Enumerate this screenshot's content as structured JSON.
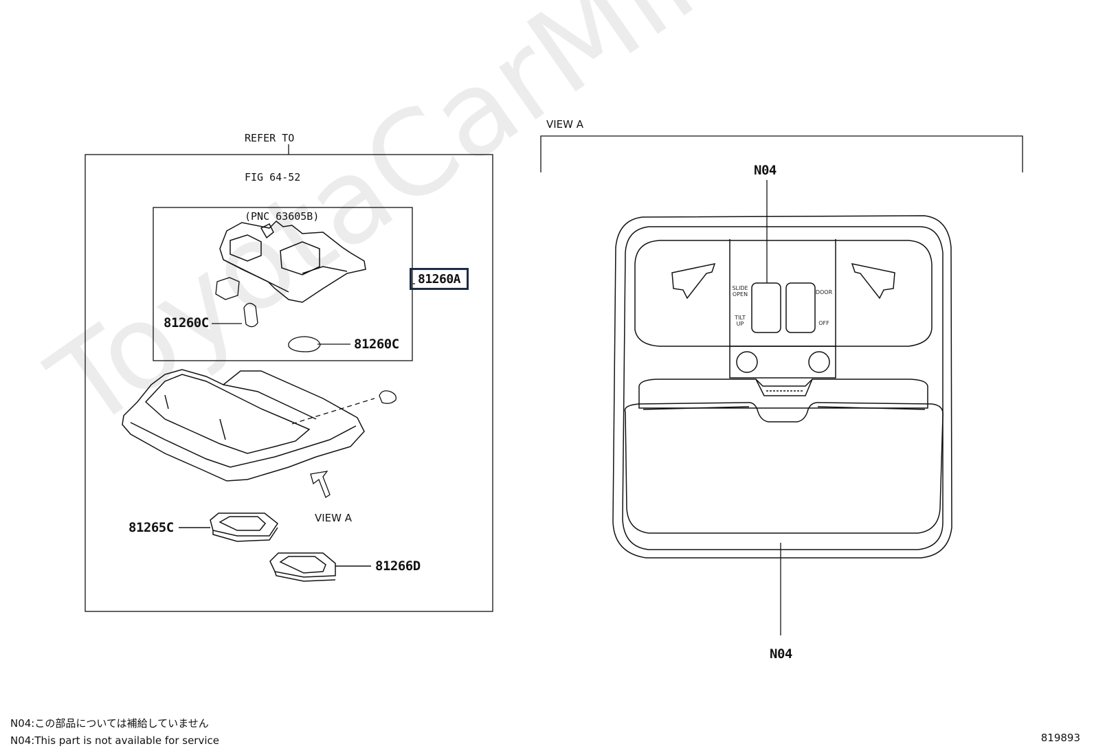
{
  "watermark": "ToyotaCarMine.ru",
  "refer_note": {
    "line1": "REFER TO",
    "line2": "FIG 64-52",
    "line3": "(PNC 63605B)"
  },
  "view_label_left": "VIEW A",
  "view_label_right": "VIEW A",
  "parts": {
    "main_assembly": "81260A",
    "bulb_left": "81260C",
    "bulb_right": "81260C",
    "lens_c": "81265C",
    "lens_d": "81266D",
    "n04_top": "N04",
    "n04_bottom": "N04"
  },
  "switch_labels": {
    "slide_open": "SLIDE\nOPEN",
    "tilt_up": "TILT\nUP",
    "door": "DOOR",
    "off": "OFF"
  },
  "notes": {
    "jp": "N04:この部品については補給していません",
    "en": "N04:This part is not available for service"
  },
  "figure_number": "819893"
}
